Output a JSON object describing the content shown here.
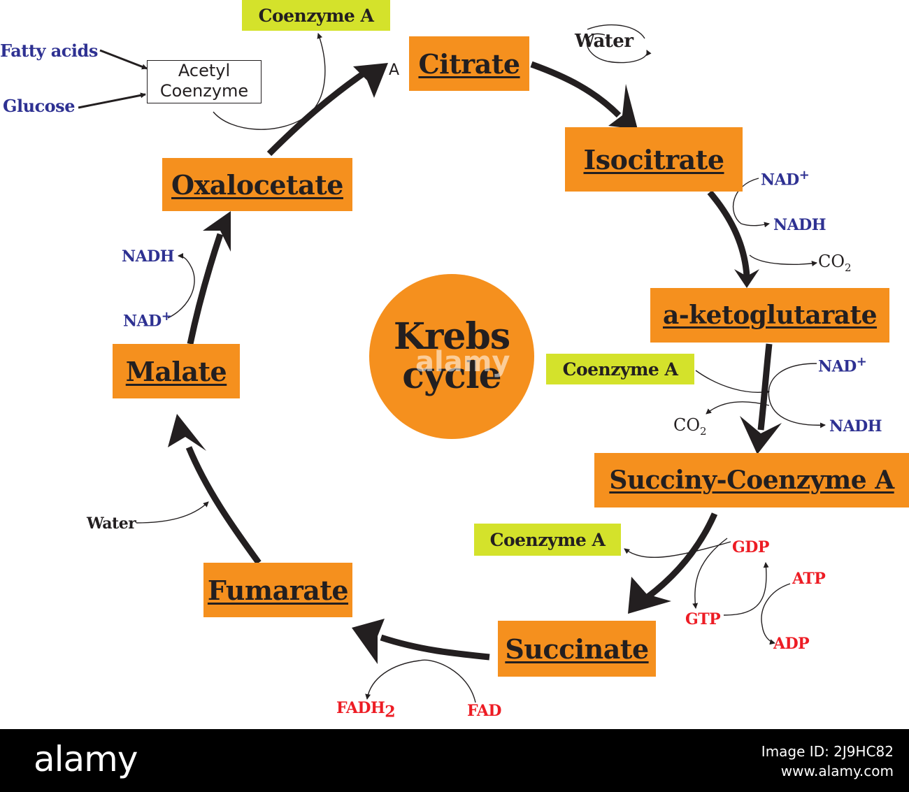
{
  "center": {
    "line1": "Krebs",
    "line2": "cycle"
  },
  "watermark": "alamy",
  "stages": {
    "citrate": "Citrate",
    "isocitrate": "Isocitrate",
    "aketoglutarate": "a-ketoglutarate",
    "succinylcoa": "Succiny-Coenzyme A",
    "succinate": "Succinate",
    "fumarate": "Fumarate",
    "malate": "Malate",
    "oxaloacetate": "Oxalocetate"
  },
  "inputs": {
    "fatty_acids": "Fatty acids",
    "glucose": "Glucose",
    "acetyl_line1": "Acetyl",
    "acetyl_line2": "Coenzyme",
    "acetyl_suffix": "A"
  },
  "labels": {
    "coa_top": "Coenzyme A",
    "water_top": "Water",
    "nad_1": "NAD",
    "nadh_1": "NADH",
    "co2_1": "CO",
    "coa_mid": "Coenzyme A",
    "nad_2": "NAD",
    "nadh_2": "NADH",
    "co2_2": "CO",
    "coa_low": "Coenzyme A",
    "gdp": "GDP",
    "atp": "ATP",
    "gtp": "GTP",
    "adp": "ADP",
    "fad": "FAD",
    "fadh": "FADH",
    "fadh_sub": "2",
    "water_left": "Water",
    "nadh_left": "NADH",
    "nad_left": "NAD",
    "plus": "+",
    "sub2": "2"
  },
  "footer": {
    "logo": "alamy",
    "line1": "Image ID: 2J9HC82",
    "line2": "www.alamy.com"
  },
  "colors": {
    "orange": "#f5901e",
    "yellow_green": "#d4e22b",
    "blue_text": "#2e3192",
    "red_text": "#ed1c24"
  }
}
